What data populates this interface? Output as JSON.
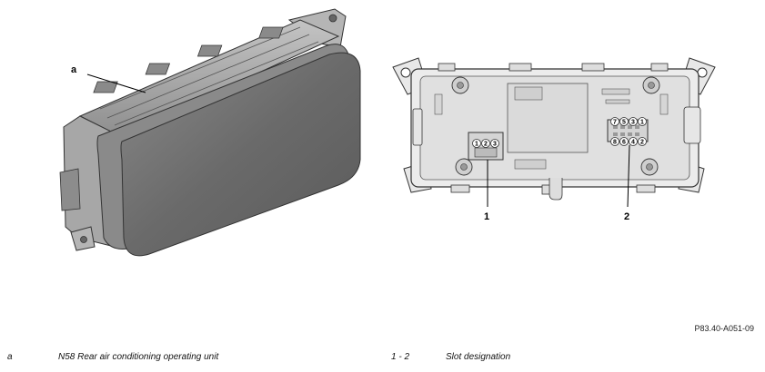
{
  "figure": {
    "callouts": {
      "a": "a",
      "one": "1",
      "two": "2"
    },
    "connector1_pins": [
      "1",
      "2",
      "3"
    ],
    "connector2_pins_top": [
      "7",
      "5",
      "3",
      "1"
    ],
    "connector2_pins_bottom": [
      "8",
      "6",
      "4",
      "2"
    ],
    "reference_code": "P83.40-A051-09"
  },
  "legend": [
    {
      "key": "a",
      "text": "N58 Rear air conditioning operating unit"
    },
    {
      "key": "1 - 2",
      "text": "Slot designation"
    }
  ],
  "colors": {
    "housing": "#9a9a9a",
    "front_face": "#6f6f6f",
    "back_plate": "#e6e6e6",
    "outline": "#333333"
  }
}
